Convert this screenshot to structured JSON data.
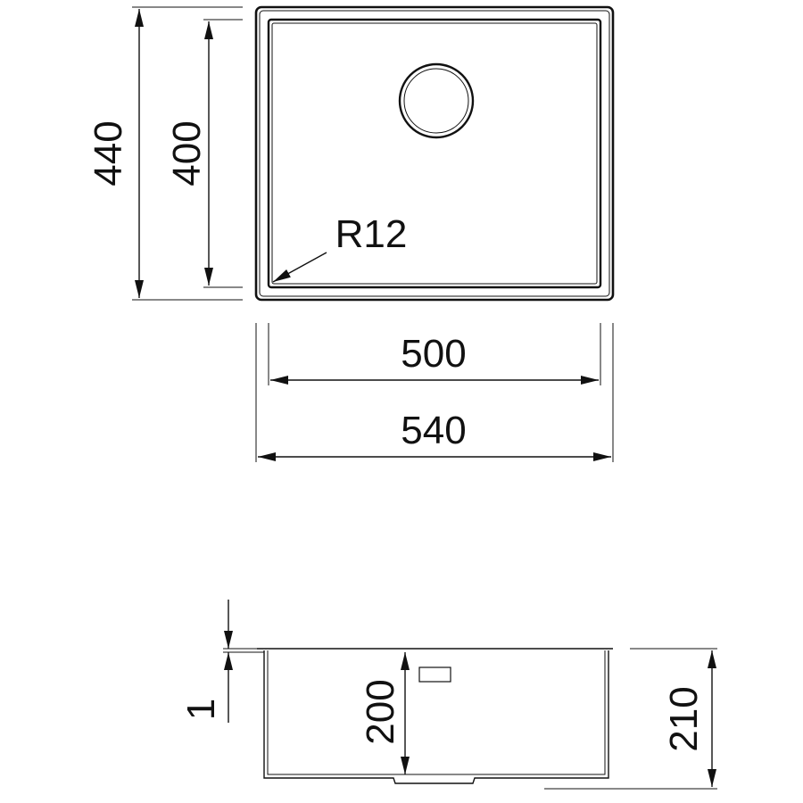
{
  "top_view": {
    "outer_height": "440",
    "inner_height": "400",
    "inner_width": "500",
    "outer_width": "540",
    "corner_radius": "R12"
  },
  "side_view": {
    "flange_thickness": "1",
    "inner_depth": "200",
    "total_depth": "210"
  },
  "colors": {
    "line": "#111111",
    "background": "#ffffff"
  }
}
